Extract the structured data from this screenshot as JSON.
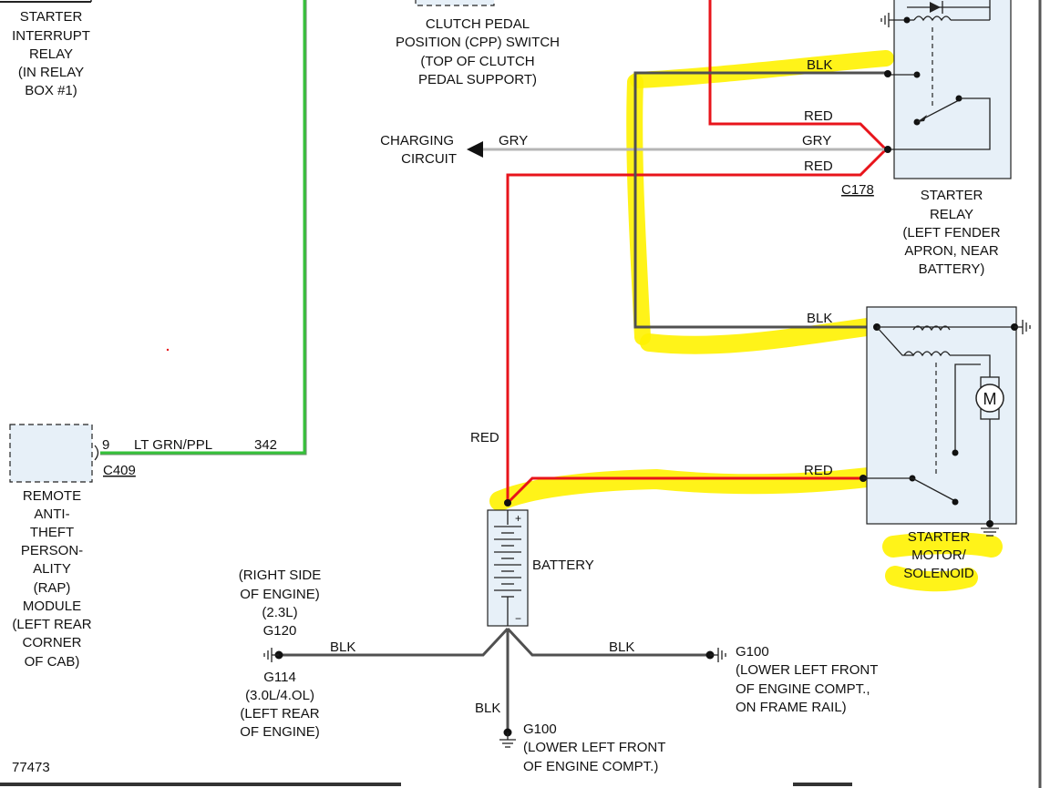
{
  "diagram_id": "77473",
  "wire_colors": {
    "red": "#e8141b",
    "gray": "#b5b5b5",
    "black": "#505050",
    "green": "#35c23a",
    "highlight": "#fff200"
  },
  "components": {
    "starter_interrupt_relay": [
      "STARTER",
      "INTERRUPT",
      "RELAY",
      "(IN RELAY",
      "BOX #1)"
    ],
    "cpp_switch": [
      "CLUTCH PEDAL",
      "POSITION (CPP) SWITCH",
      "(TOP OF CLUTCH",
      "PEDAL SUPPORT)"
    ],
    "charging_circuit": [
      "CHARGING",
      "CIRCUIT"
    ],
    "starter_relay": [
      "STARTER",
      "RELAY",
      "(LEFT FENDER",
      "APRON, NEAR",
      "BATTERY)"
    ],
    "rap_module": [
      "REMOTE",
      "ANTI-",
      "THEFT",
      "PERSON-",
      "ALITY",
      "(RAP)",
      "MODULE",
      "(LEFT REAR",
      "CORNER",
      "OF CAB)"
    ],
    "starter_motor": [
      "STARTER",
      "MOTOR/",
      "SOLENOID"
    ],
    "motor_symbol": "M",
    "battery": "BATTERY",
    "battery_pos": "+",
    "battery_neg": "−"
  },
  "connectors": {
    "c178": "C178",
    "c409": "C409",
    "pin_9": "9",
    "circuit_342": "342"
  },
  "wires": {
    "blk_top": "BLK",
    "red_top": "RED",
    "gry_right": "GRY",
    "gry_left": "GRY",
    "red_mid": "RED",
    "blk_motor": "BLK",
    "red_vertical": "RED",
    "red_motor": "RED",
    "lt_grn_ppl": "LT GRN/PPL",
    "blk_left": "BLK",
    "blk_right": "BLK",
    "blk_down": "BLK"
  },
  "grounds": {
    "g120_block": [
      "(RIGHT SIDE",
      "OF ENGINE)",
      "(2.3L)",
      "G120"
    ],
    "g114_block": [
      "G114",
      "(3.0L/4.OL)",
      "(LEFT REAR",
      "OF ENGINE)"
    ],
    "g100_right": [
      "G100",
      "(LOWER LEFT FRONT",
      "OF ENGINE COMPT.,",
      "ON FRAME RAIL)"
    ],
    "g100_bottom": [
      "G100",
      "(LOWER LEFT FRONT",
      "OF ENGINE COMPT.)"
    ]
  }
}
